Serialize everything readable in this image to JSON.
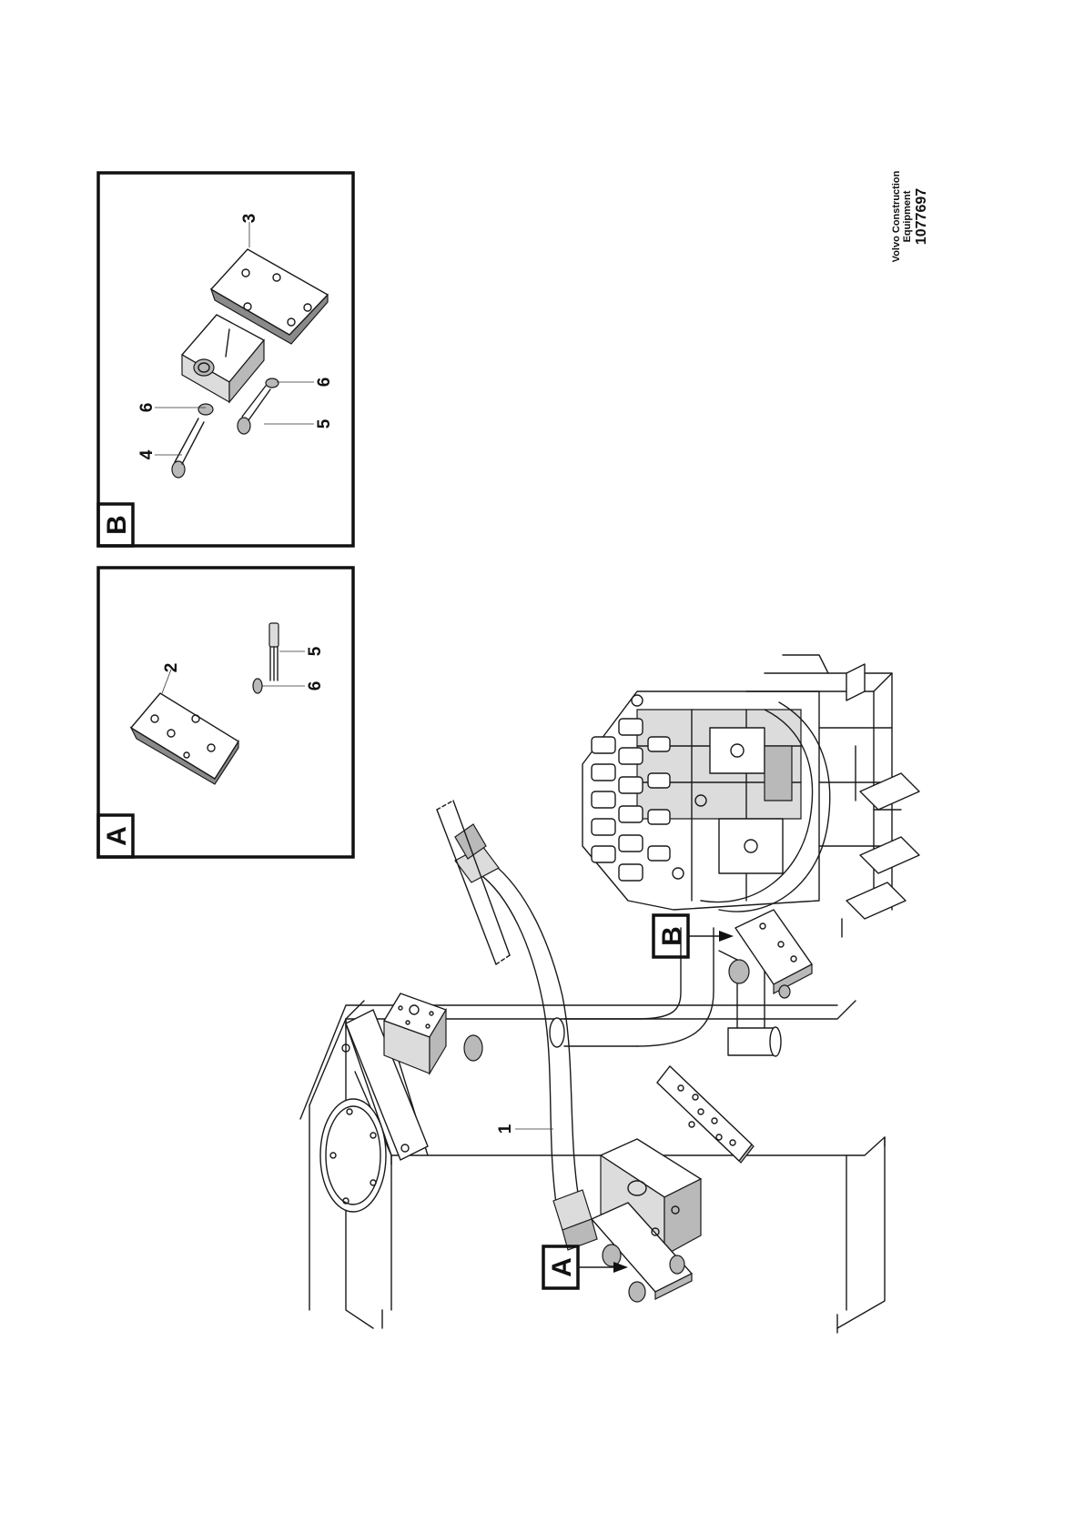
{
  "views": {
    "a_letter": "A",
    "b_letter": "B"
  },
  "callouts": {
    "hose": "1",
    "plate_a": "2",
    "plate_b": "3",
    "long_screw": "4",
    "screw_b": "5",
    "washer_b1": "6",
    "washer_b2": "6",
    "screw_a": "5",
    "washer_a": "6"
  },
  "reference": {
    "brand_line1": "Volvo Construction",
    "brand_line2": "Equipment",
    "drawing_number": "1077697"
  }
}
